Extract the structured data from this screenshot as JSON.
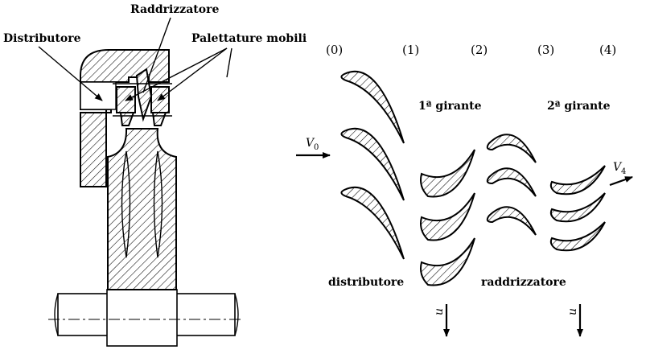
{
  "labels": {
    "raddrizzatore_top": "Raddrizzatore",
    "distributore_left": "Distributore",
    "palettature": "Palettature mobili",
    "stage_0": "(0)",
    "stage_1": "(1)",
    "stage_2": "(2)",
    "stage_3": "(3)",
    "stage_4": "(4)",
    "girante_1": "1ª girante",
    "girante_2": "2ª girante",
    "distributore_bottom": "distributore",
    "raddrizzatore_bottom": "raddrizzatore",
    "v0": "V",
    "v0_sub": "0",
    "v4": "V",
    "v4_sub": "4",
    "u1": "u",
    "u2": "u"
  }
}
